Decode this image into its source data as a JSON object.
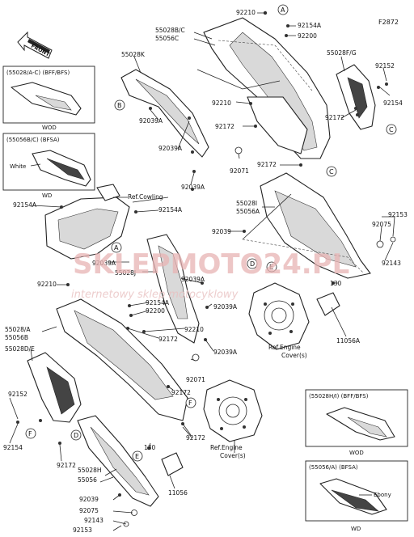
{
  "diagram": {
    "figure_code": "F2872",
    "front_arrow_label": "FRONT",
    "insets": [
      {
        "id": "inset-1",
        "title": "(55028/A-C)  (BFF/BFS)",
        "caption": "WOD"
      },
      {
        "id": "inset-2",
        "title": "(55056B/C)  (BFSA)",
        "note": "White",
        "caption": "WD"
      },
      {
        "id": "inset-3",
        "title": "(55028H/I)  (BFF/BFS)",
        "caption": "WOD"
      },
      {
        "id": "inset-4",
        "title": "(55056/A)  (BFSA)",
        "note": "Ebony",
        "caption": "WD"
      }
    ],
    "callouts": [
      "A",
      "B",
      "C",
      "D",
      "E",
      "F"
    ],
    "part_labels": [
      "92210",
      "92154A",
      "92200",
      "55028B/C",
      "55056C",
      "55028K",
      "55028F/G",
      "92152",
      "92154",
      "92210",
      "92039A",
      "92172",
      "92039A",
      "92172",
      "92071",
      "92172",
      "92039A",
      "Ref.Cowling",
      "92154A",
      "92154A",
      "55028I",
      "55056A",
      "92075",
      "92153",
      "92039",
      "92143",
      "92039A",
      "55028J",
      "92039A",
      "92210",
      "130",
      "92154A",
      "92200",
      "92039A",
      "55028/A",
      "55056B",
      "92210",
      "92172",
      "11056A",
      "55028D/E",
      "92039A",
      "Ref.Engine",
      "Cover(s)",
      "92071",
      "92152",
      "92172",
      "92154",
      "92172",
      "55028H",
      "55056",
      "130",
      "92039",
      "92075",
      "92143",
      "92153",
      "11056",
      "Ref.Engine",
      "Cover(s)",
      "92172"
    ],
    "watermark": {
      "brand": "SKLEPMOTO24.PL",
      "tagline": "internetowy sklep motocyklowy"
    }
  }
}
